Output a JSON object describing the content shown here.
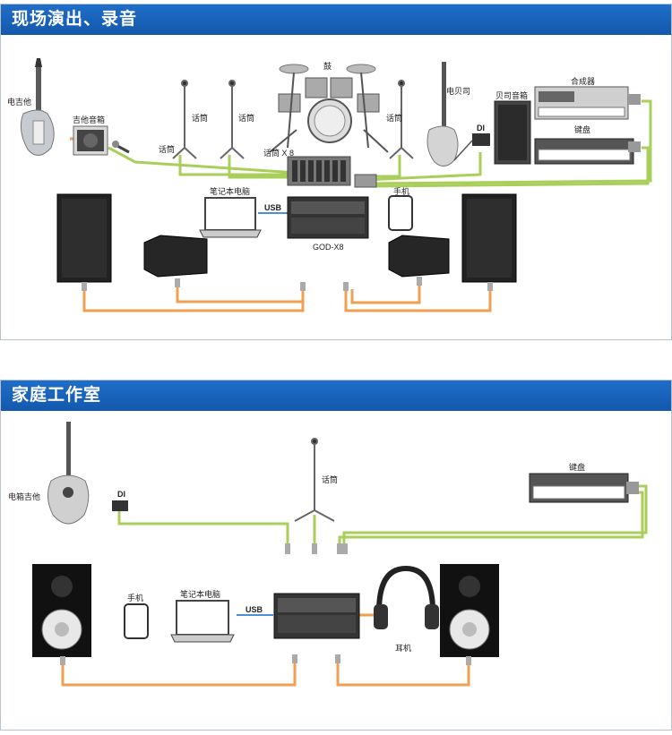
{
  "section1": {
    "title": "现场演出、录音",
    "labels": {
      "electric_guitar": "电吉他",
      "guitar_amp": "吉他音箱",
      "mic1": "话筒",
      "mic2": "话筒",
      "mic3": "话筒",
      "drum": "鼓",
      "mic_x8": "话筒 X 8",
      "mic4": "话筒",
      "electric_bass": "电贝司",
      "bass_amp": "贝司音箱",
      "di": "DI",
      "synth": "合成器",
      "keyboard": "键盘",
      "laptop": "笔记本电脑",
      "usb": "USB",
      "phone": "手机",
      "mixer_model": "GOD-X8"
    }
  },
  "section2": {
    "title": "家庭工作室",
    "labels": {
      "acoustic_guitar": "电箱吉他",
      "di": "DI",
      "mic": "话筒",
      "keyboard": "键盘",
      "phone": "手机",
      "laptop": "笔记本电脑",
      "usb": "USB",
      "headphones": "耳机"
    }
  },
  "colors": {
    "header_blue": "#1660b8",
    "cable_green": "#a9cf5a",
    "cable_orange": "#f0a050",
    "cable_blue": "#4a90d9"
  }
}
